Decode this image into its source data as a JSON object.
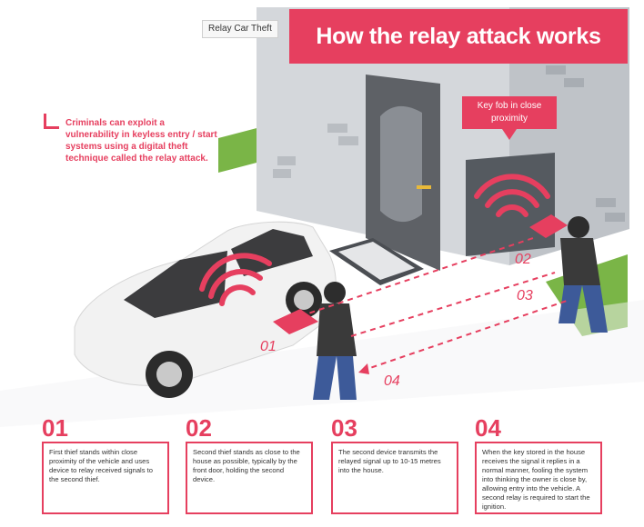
{
  "tooltip": "Relay Car Theft",
  "header": {
    "title": "How the relay attack works"
  },
  "intro": {
    "text": "Criminals can exploit a vulnerability in keyless entry / start systems using a digital theft technique called the relay attack."
  },
  "callout": {
    "text": "Key fob in close proximity"
  },
  "markers": {
    "m1": "01",
    "m2": "02",
    "m3": "03",
    "m4": "04"
  },
  "steps": [
    {
      "number": "01",
      "text": "First thief stands within close proximity of the vehicle and uses device to relay received signals to the second thief."
    },
    {
      "number": "02",
      "text": "Second thief stands as close to the house as possible, typically by the front door, holding the second device."
    },
    {
      "number": "03",
      "text": "The second device transmits the relayed signal up to 10-15 metres into the house."
    },
    {
      "number": "04",
      "text": "When the key stored in the house receives the signal it replies in a normal manner, fooling the system into thinking the owner is close by, allowing entry into the vehicle. A second relay is required to start the ignition."
    }
  ],
  "colors": {
    "accent": "#e63f5f",
    "wall": "#d4d7db",
    "wall_dark": "#b9bdc2",
    "grass": "#7ab547",
    "thief": "#2d2d2d"
  }
}
